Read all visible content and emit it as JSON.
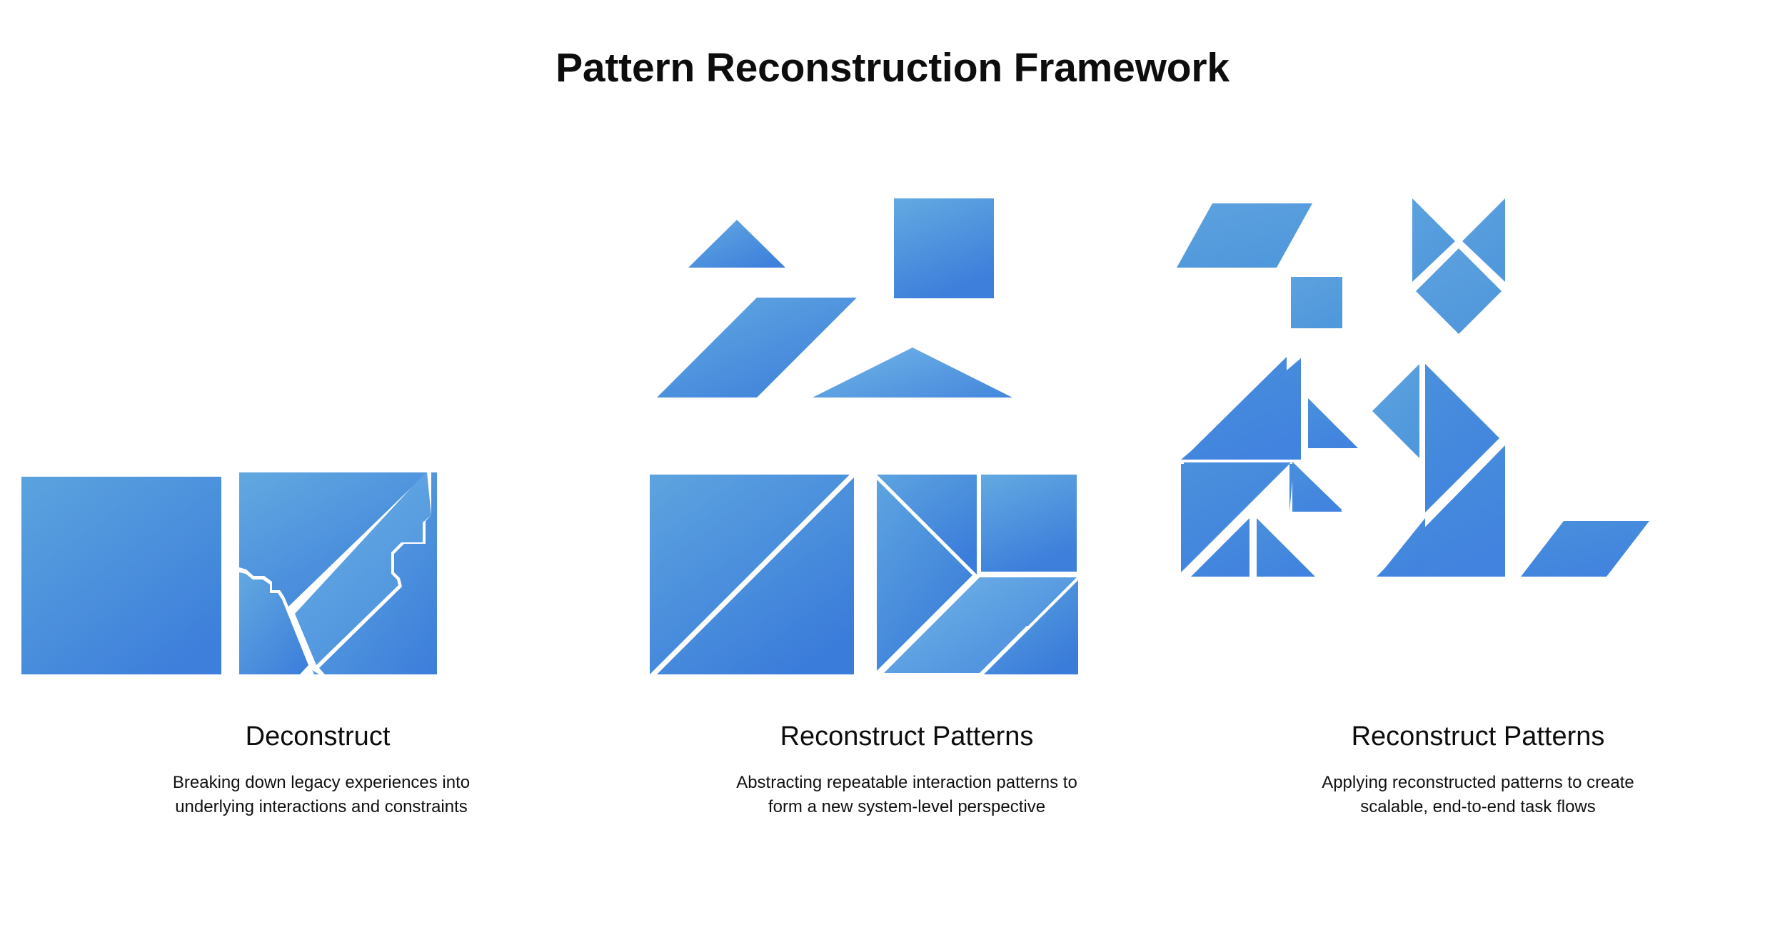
{
  "slide": {
    "title": "Pattern Reconstruction Framework",
    "background_color": "#ffffff",
    "text_color": "#0d0d0d"
  },
  "palette": {
    "blue_light": "#5BA3DE",
    "blue_mid": "#4A90DC",
    "blue_deep": "#3D7FDB",
    "blue_flat": "#5DA2DF",
    "blue_flat_dark": "#4183DE",
    "seam": "#ffffff"
  },
  "columns": [
    {
      "id": "deconstruct",
      "title": "Deconstruct",
      "description": "Breaking down legacy experiences into\nunderlying interactions and constraints",
      "art": "whole-square-and-cracked-square"
    },
    {
      "id": "reconstruct-patterns-abstract",
      "title": "Reconstruct Patterns",
      "description": "Abstracting repeatable interaction patterns to\nform a new system-level perspective",
      "art": "scattered-tangram-pieces-and-assembled-squares"
    },
    {
      "id": "reconstruct-patterns-apply",
      "title": "Reconstruct Patterns",
      "description": "Applying reconstructed patterns to create\nscalable, end-to-end task flows",
      "art": "tangram-figures"
    }
  ]
}
